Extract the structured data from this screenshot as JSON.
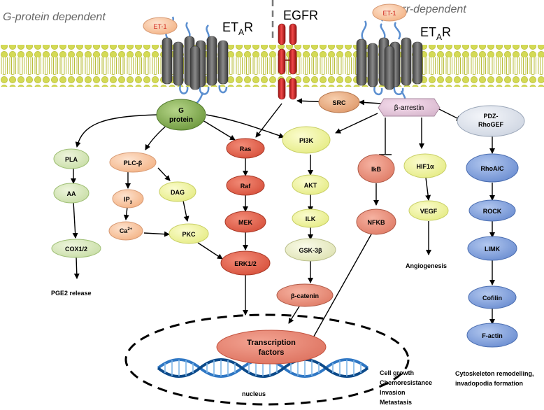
{
  "labels": {
    "g_protein_dependent": "G-protein dependent",
    "beta_arr_dependent": "β-arr-dependent",
    "et1": "ET-1",
    "etar_main": "ET",
    "etar_sub": "A",
    "etar_tail": "R",
    "egfr": "EGFR"
  },
  "nodes": {
    "g_protein_line1": "G",
    "g_protein_line2": "protein",
    "beta_arrestin": "β-arrestin",
    "src": "SRC",
    "pdz_line1": "PDZ-",
    "pdz_line2": "RhoGEF",
    "pla": "PLA",
    "aa": "AA",
    "cox": "COX1/2",
    "plcb": "PLC-β",
    "ip3_main": "IP",
    "ip3_sub": "3",
    "dag": "DAG",
    "ca_main": "Ca",
    "ca_sup": "2+",
    "pkc": "PKC",
    "ras": "Ras",
    "raf": "Raf",
    "mek": "MEK",
    "erk": "ERK1/2",
    "pi3k": "PI3K",
    "akt": "AKT",
    "ilk": "ILK",
    "gsk": "GSK-3β",
    "bcatenin": "β-catenin",
    "ikb": "IkB",
    "nfkb": "NFKB",
    "hif": "HIF1α",
    "vegf": "VEGF",
    "rhoac": "RhoA/C",
    "rock": "ROCK",
    "limk": "LIMK",
    "cofilin": "Cofilin",
    "factin": "F-actin",
    "tf_line1": "Transcription",
    "tf_line2": "factors"
  },
  "outcomes": {
    "pge2": "PGE2 release",
    "angiogenesis": "Angiogenesis",
    "nucleus": "nucleus",
    "cell_outcomes": [
      "Cell growth",
      "Chemoresistance",
      "Invasion",
      "Metastasis"
    ],
    "cytoskeleton": [
      "Cytoskeleton remodelling,",
      "invadopodia formation"
    ]
  }
}
